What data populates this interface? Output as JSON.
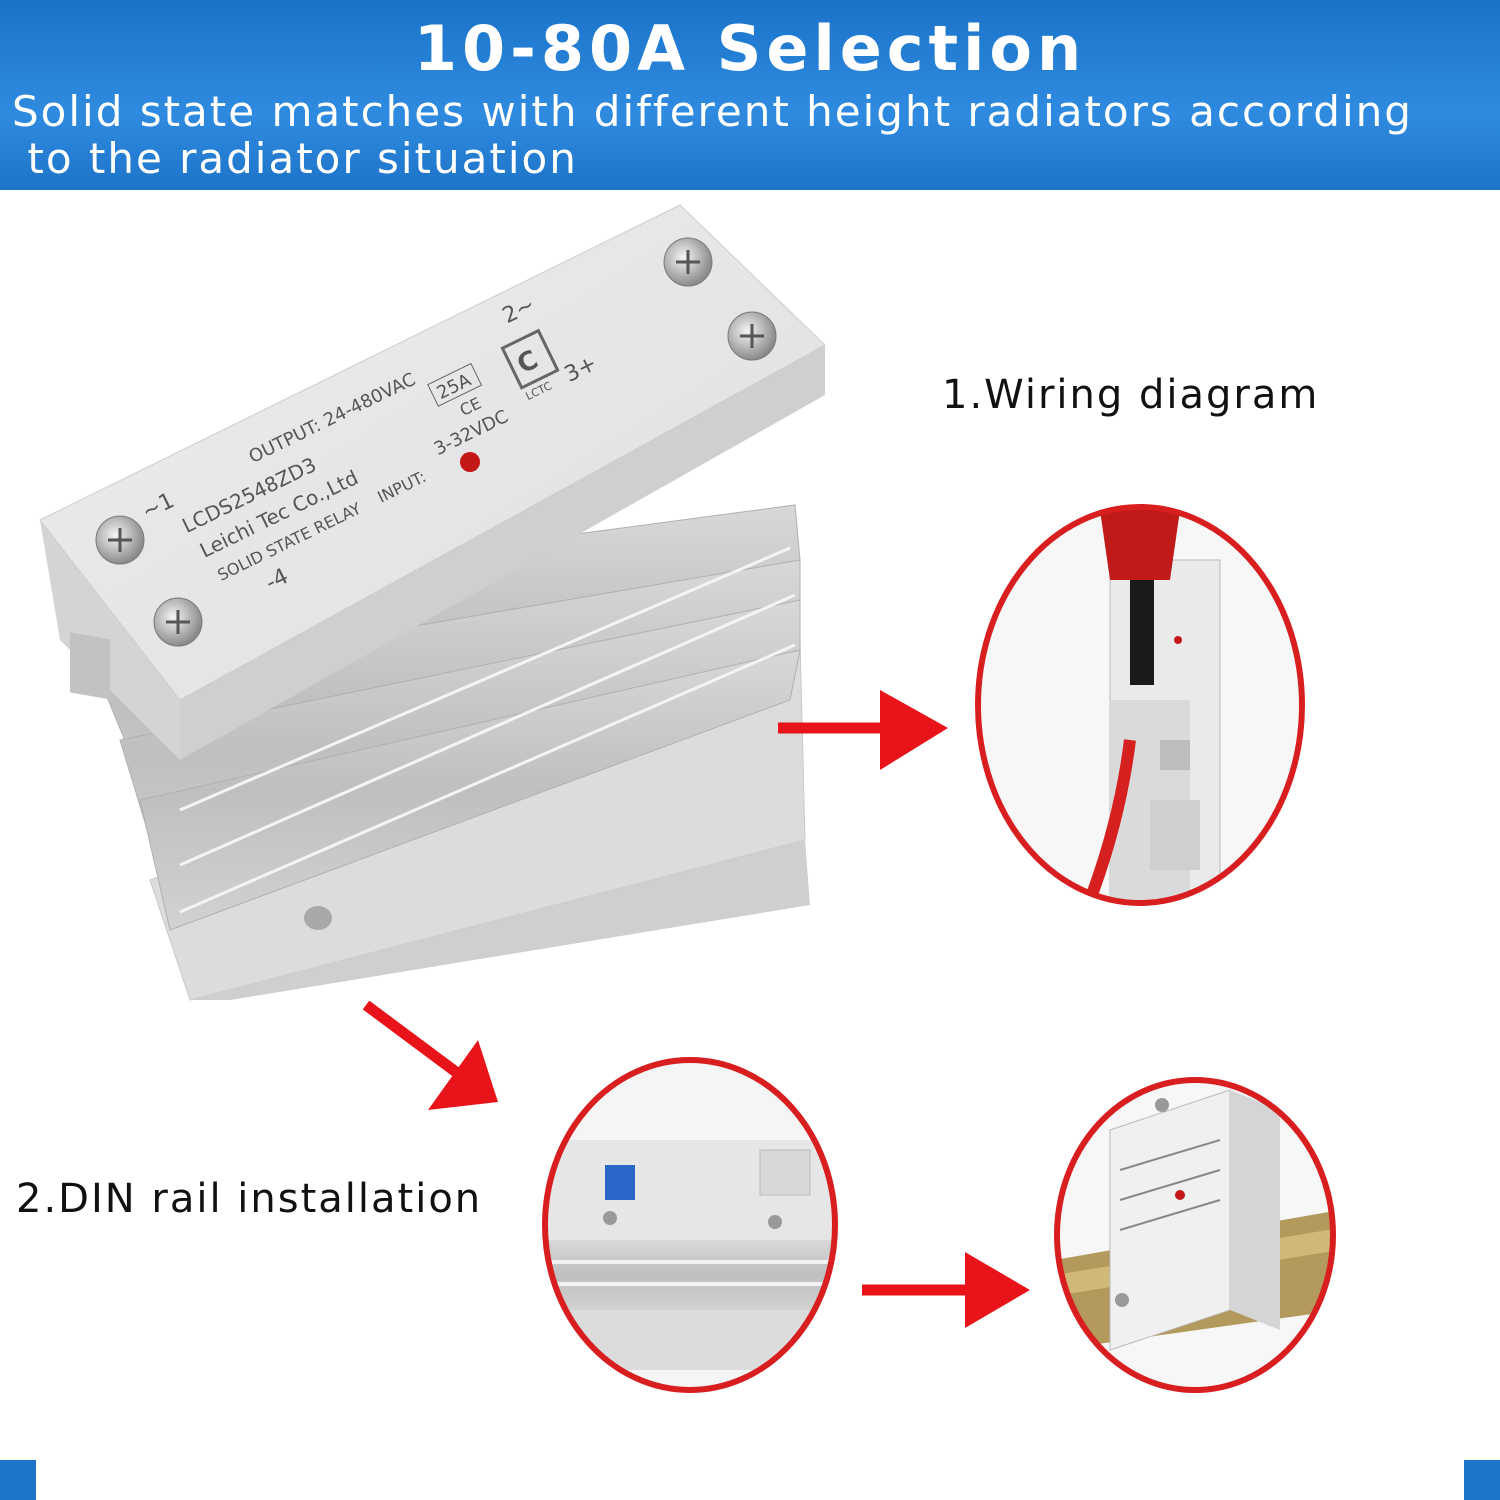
{
  "banner": {
    "title": "10-80A Selection",
    "subtitle_line1": "Solid state matches with different height radiators according",
    "subtitle_line2": " to the radiator situation"
  },
  "labels": {
    "wiring": "1.Wiring diagram",
    "din": "2.DIN rail installation"
  },
  "relay": {
    "terminal_1": "~1",
    "terminal_2": "2~",
    "terminal_3": "3+",
    "terminal_4": "-4",
    "output": "OUTPUT: 24-480VAC",
    "model": "LCDS2548ZD3",
    "maker": "Leichi Tec Co.,Ltd",
    "type": "SOLID STATE RELAY",
    "input": "INPUT:",
    "input_range": "3-32VDC",
    "rating": "25A",
    "ce": "CE",
    "brand": "LCTC"
  },
  "colors": {
    "banner": "#1d74c8",
    "arrow": "#e8141a",
    "circle": "#d81e1e",
    "relay_body": "#e4e4e4"
  }
}
